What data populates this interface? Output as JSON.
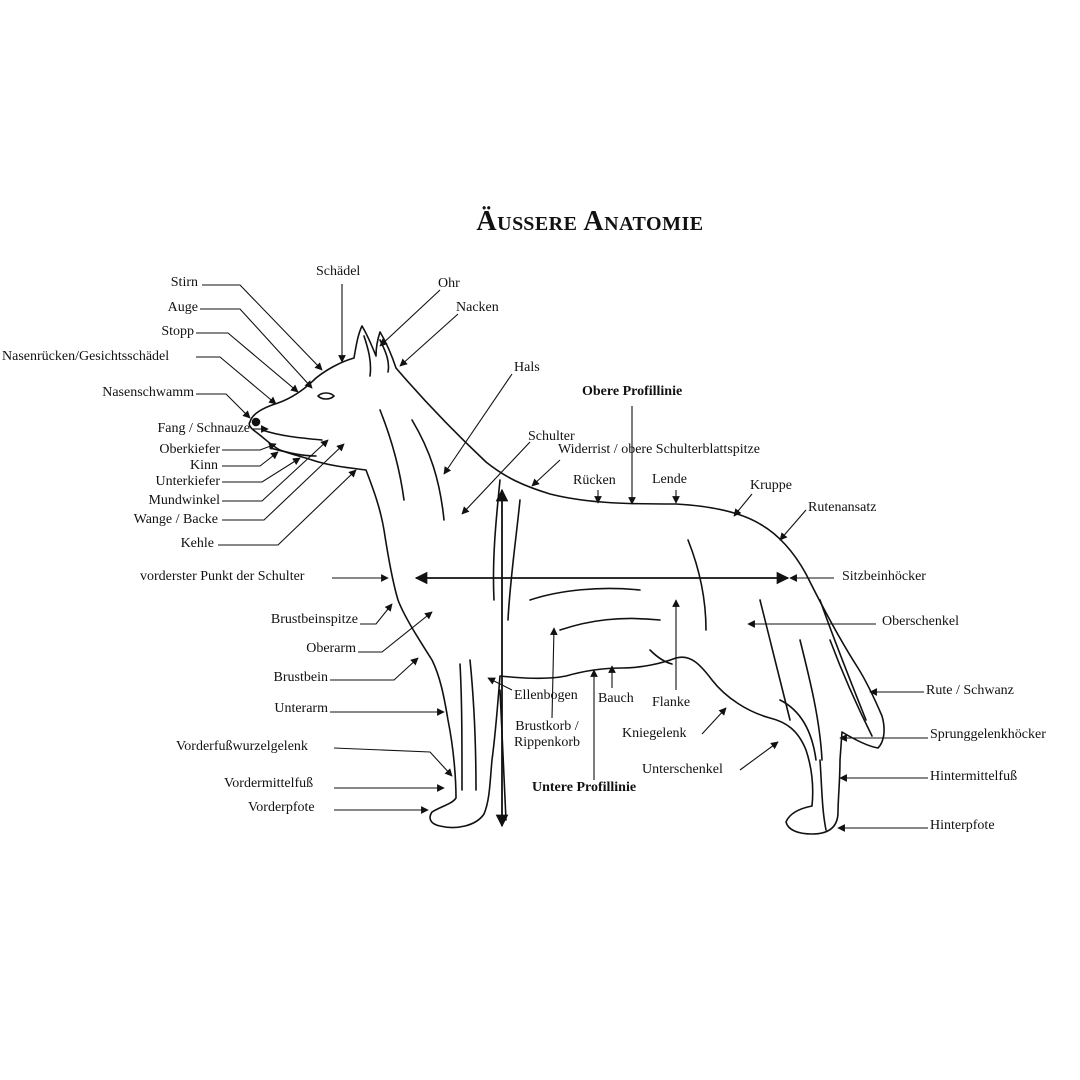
{
  "title": "Äußere Anatomie",
  "labels": {
    "stirn": "Stirn",
    "schaedel": "Schädel",
    "ohr": "Ohr",
    "nacken": "Nacken",
    "auge": "Auge",
    "stopp": "Stopp",
    "nasenruecken": "Nasenrücken/Gesichtsschädel",
    "nasenschwamm": "Nasenschwamm",
    "fang": "Fang / Schnauze",
    "oberkiefer": "Oberkiefer",
    "kinn": "Kinn",
    "unterkiefer": "Unterkiefer",
    "mundwinkel": "Mundwinkel",
    "wange": "Wange / Backe",
    "kehle": "Kehle",
    "hals": "Hals",
    "obere_profillinie": "Obere Profillinie",
    "schulter": "Schulter",
    "widerrist": "Widerrist / obere Schulterblattspitze",
    "ruecken": "Rücken",
    "lende": "Lende",
    "kruppe": "Kruppe",
    "rutenansatz": "Rutenansatz",
    "vorderster_punkt": "vorderster Punkt der Schulter",
    "sitzbeinhoecker": "Sitzbeinhöcker",
    "brustbeinspitze": "Brustbeinspitze",
    "oberschenkel": "Oberschenkel",
    "oberarm": "Oberarm",
    "brustbein": "Brustbein",
    "ellenbogen": "Ellenbogen",
    "bauch": "Bauch",
    "flanke": "Flanke",
    "rute": "Rute / Schwanz",
    "unterarm": "Unterarm",
    "brustkorb_1": "Brustkorb /",
    "brustkorb_2": "Rippenkorb",
    "kniegelenk": "Kniegelenk",
    "sprunggelenk": "Sprunggelenkhöcker",
    "vorderfusswurzel": "Vorderfußwurzelgelenk",
    "unterschenkel": "Unterschenkel",
    "hintermittelfuss": "Hintermittelfuß",
    "vordermittelfuss": "Vordermittelfuß",
    "untere_profillinie": "Untere Profillinie",
    "vorderpfote": "Vorderpfote",
    "hinterpfote": "Hinterpfote"
  },
  "colors": {
    "ink": "#111111",
    "background": "#ffffff"
  }
}
